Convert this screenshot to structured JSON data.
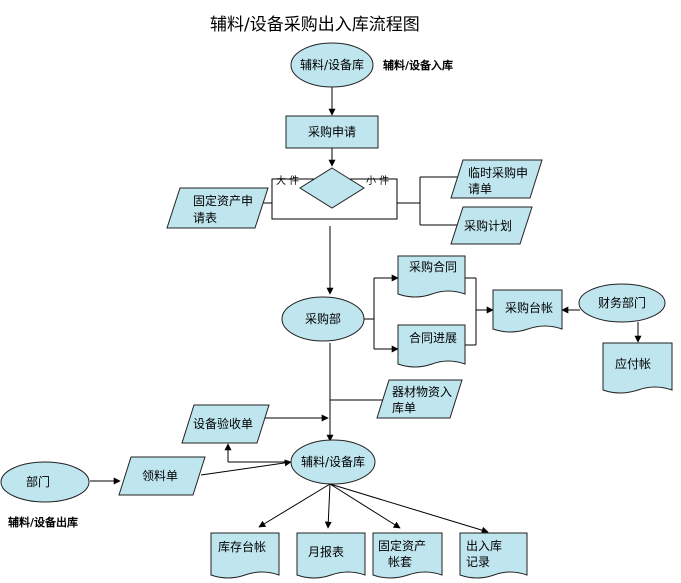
{
  "title": "辅料/设备采购出入库流程图",
  "labels": {
    "warehouse_in_caption": "辅料/设备入库",
    "warehouse_out_caption": "辅料/设备出库",
    "branch_large": "大 件",
    "branch_small": "小 件"
  },
  "nodes": {
    "warehouse_top": "辅料/设备库",
    "purchase_request": "采购申请",
    "fixed_asset_request": [
      "固定资产申",
      "请表"
    ],
    "temp_purchase_request": [
      "临时采购申",
      "请单"
    ],
    "purchase_plan": "采购计划",
    "purchasing_dept": "采购部",
    "purchase_contract": "采购合同",
    "contract_progress": "合同进展",
    "purchase_ledger": "采购台帐",
    "finance_dept": "财务部门",
    "payables": "应付帐",
    "material_in_slip": [
      "器材物资入",
      "库单"
    ],
    "equipment_acceptance": "设备验收单",
    "warehouse_bottom": "辅料/设备库",
    "department": "部门",
    "material_requisition": "领料单",
    "inventory_ledger": "库存台帐",
    "monthly_report": "月报表",
    "fixed_asset_ledger": [
      "固定资产",
      "帐套"
    ],
    "inout_record": [
      "出入库",
      "记录"
    ]
  }
}
